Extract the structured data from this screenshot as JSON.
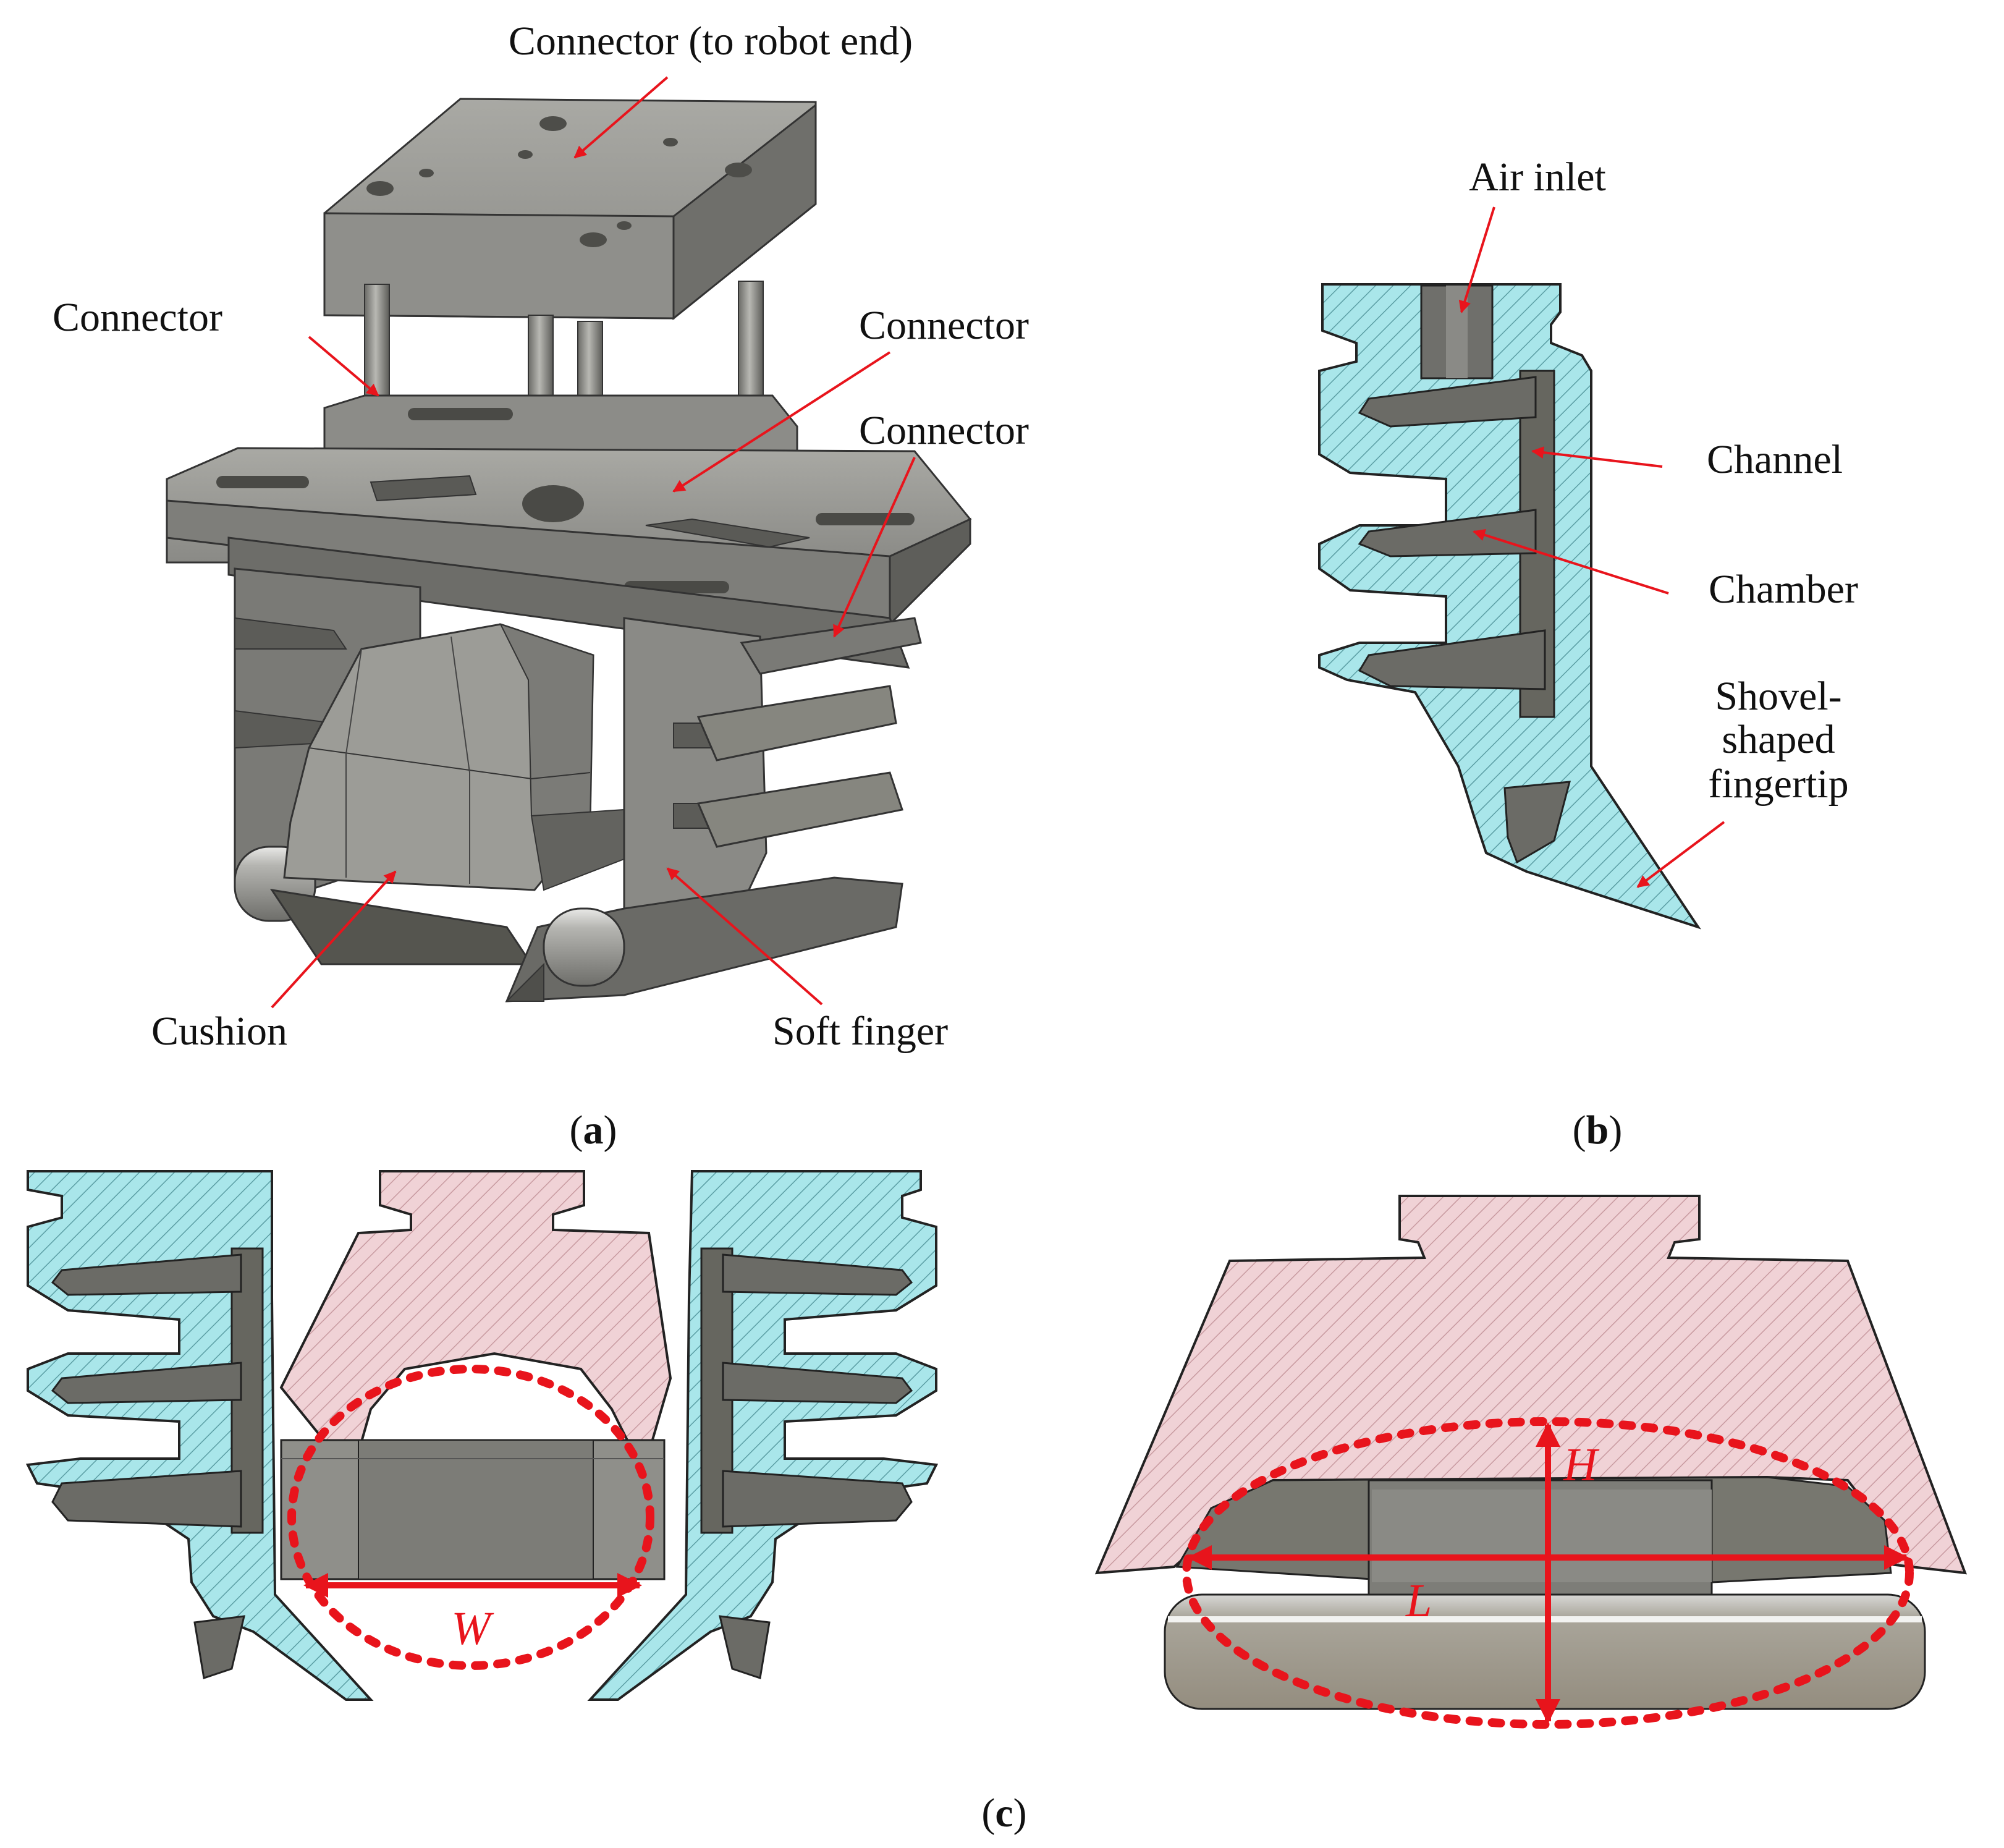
{
  "panel_a": {
    "caption_letter": "a",
    "labels": {
      "connector_top": "Connector (to robot end)",
      "connector_left": "Connector",
      "connector_right_upper": "Connector",
      "connector_right_lower": "Connector",
      "cushion": "Cushion",
      "soft_finger": "Soft finger"
    }
  },
  "panel_b": {
    "caption_letter": "b",
    "labels": {
      "air_inlet": "Air inlet",
      "channel": "Channel",
      "chamber": "Chamber",
      "fingertip_line1": "Shovel-",
      "fingertip_line2": "shaped",
      "fingertip_line3": "fingertip"
    }
  },
  "panel_c": {
    "caption_letter": "c",
    "dims": {
      "width": "W",
      "height": "H",
      "length": "L"
    }
  },
  "colors": {
    "finger_section": "#a9e6ea",
    "cushion_section": "#f0d2d6",
    "metal": "#8e8e8a",
    "arrow": "#e8141c",
    "dashed_ellipse": "#e8141c"
  },
  "icons": {
    "arrow": "red-arrow-icon"
  }
}
